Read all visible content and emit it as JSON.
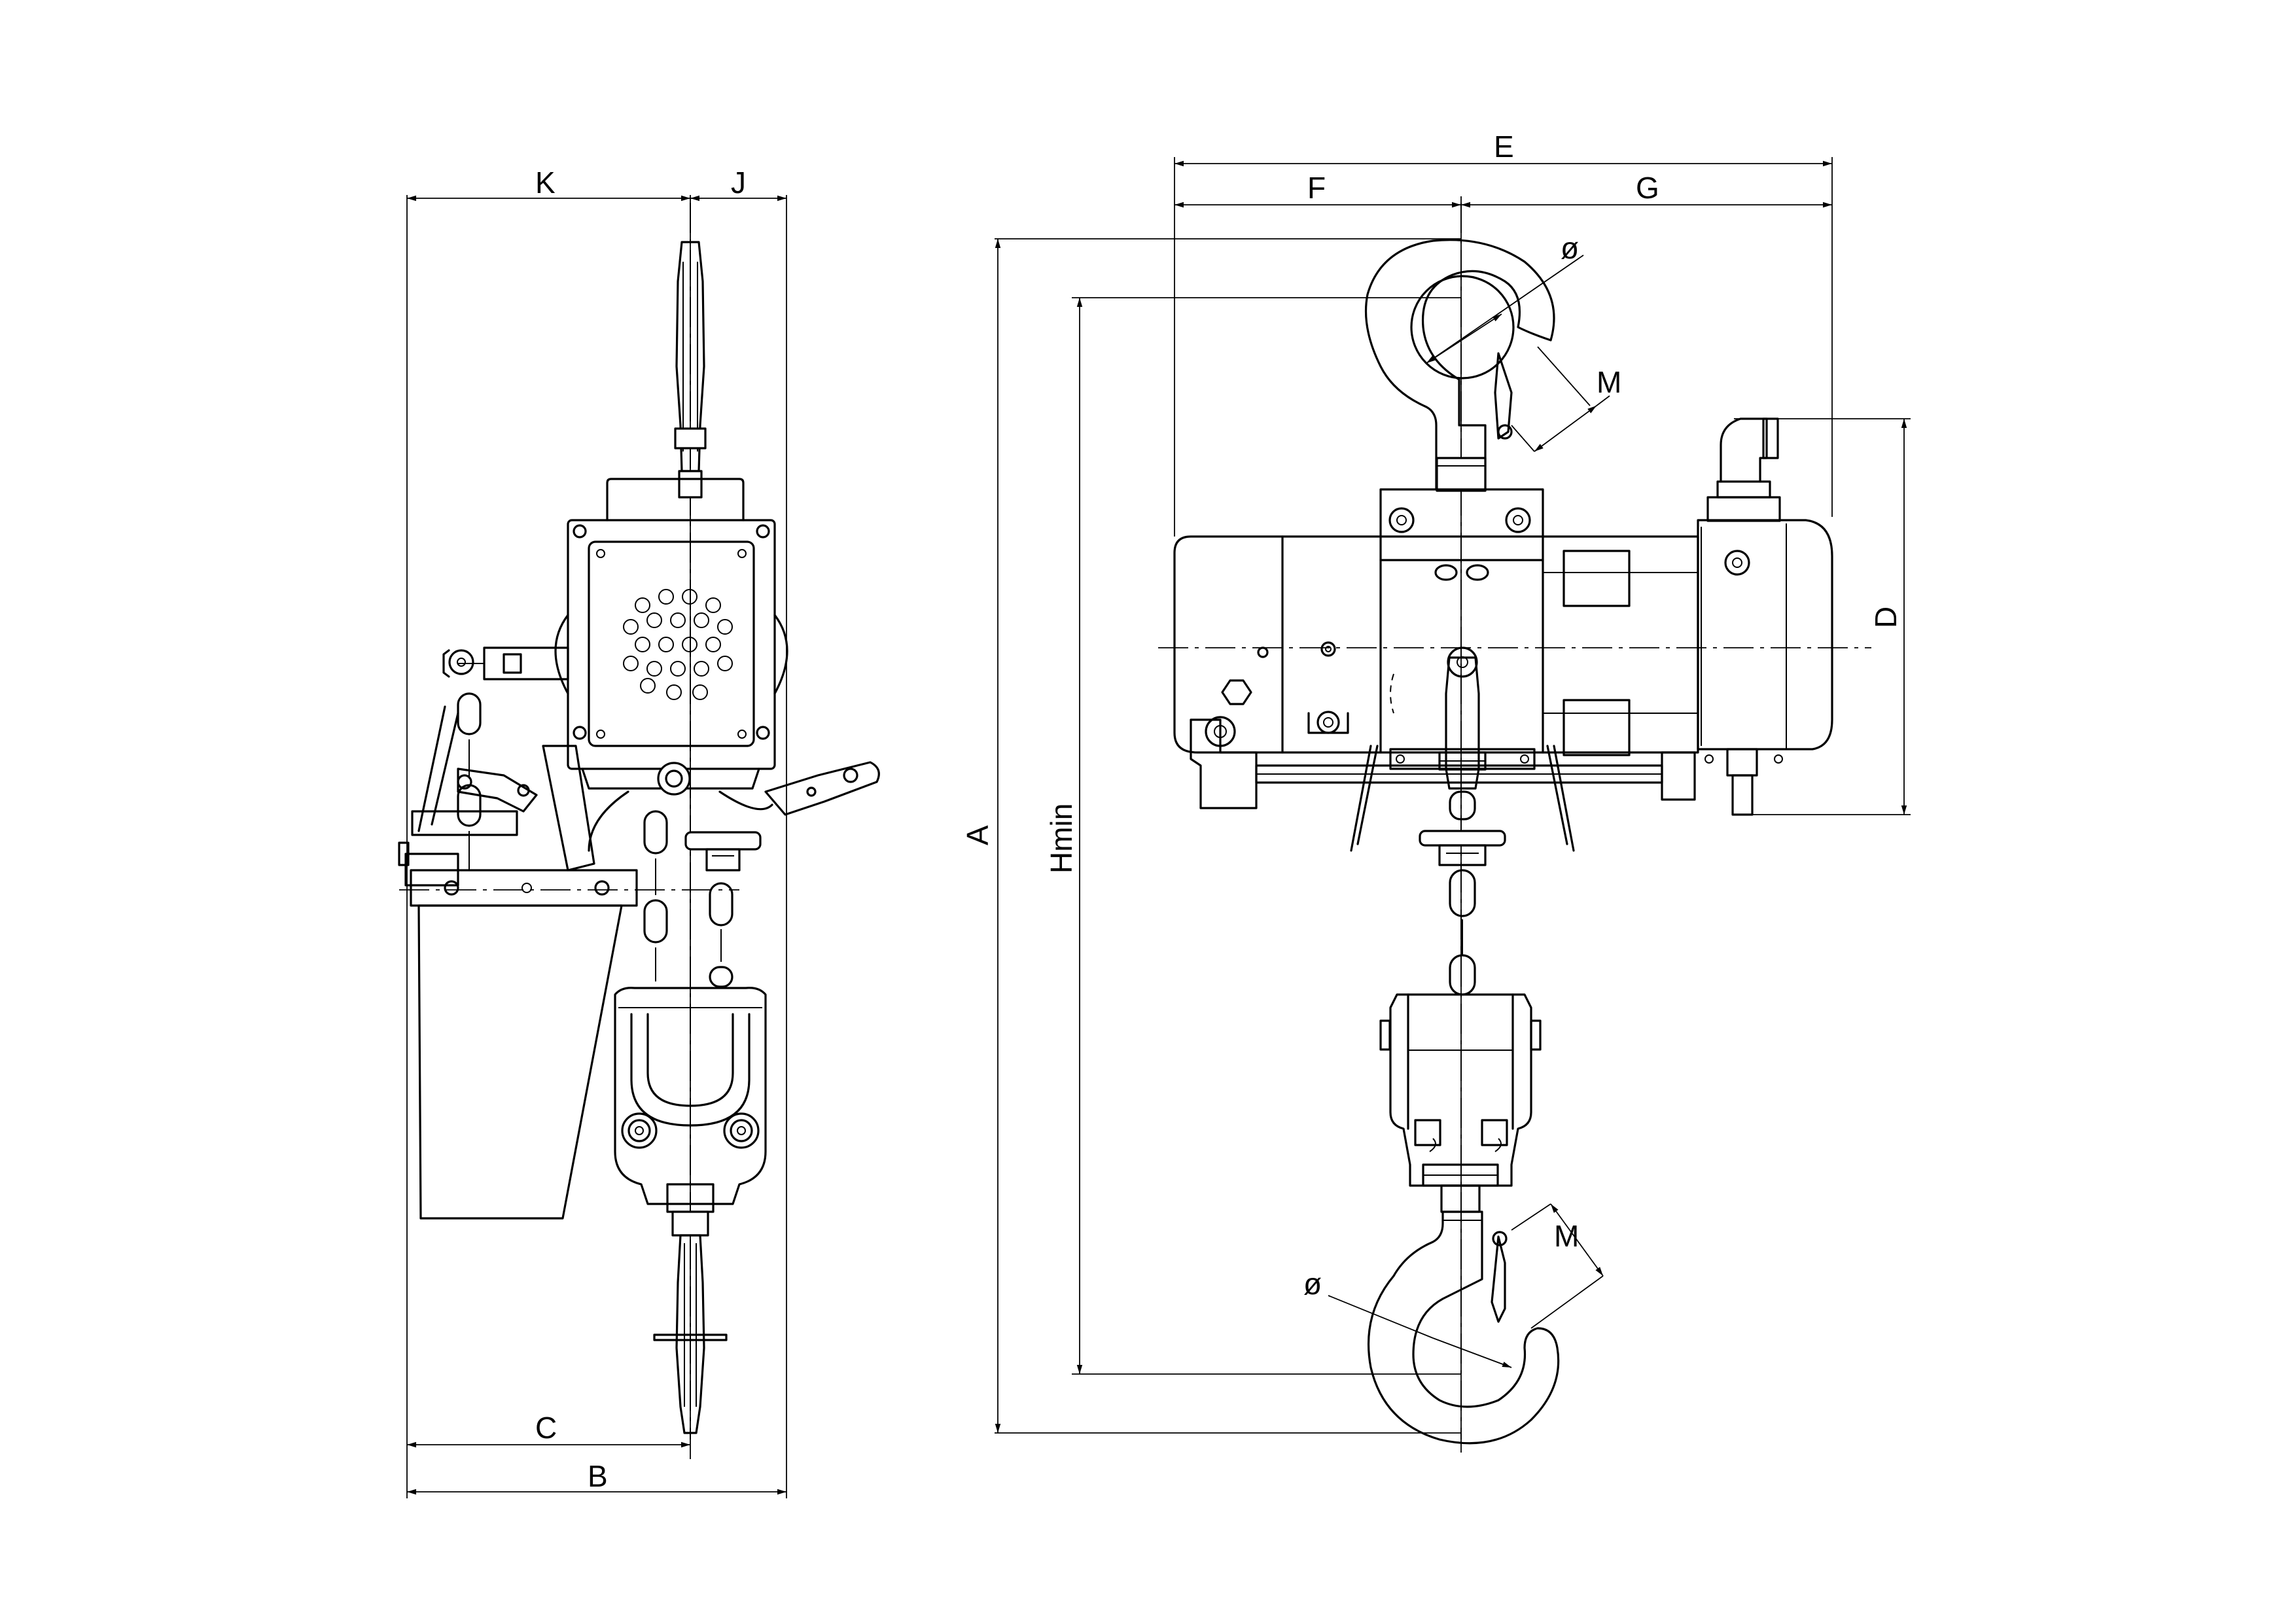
{
  "labels": {
    "K": "K",
    "J": "J",
    "C": "C",
    "B": "B",
    "E": "E",
    "F": "F",
    "G": "G",
    "A": "A",
    "Hmin": "Hmin",
    "D": "D",
    "dia_top": "ø",
    "dia_bottom": "ø",
    "M_top": "M",
    "M_bottom": "M"
  }
}
